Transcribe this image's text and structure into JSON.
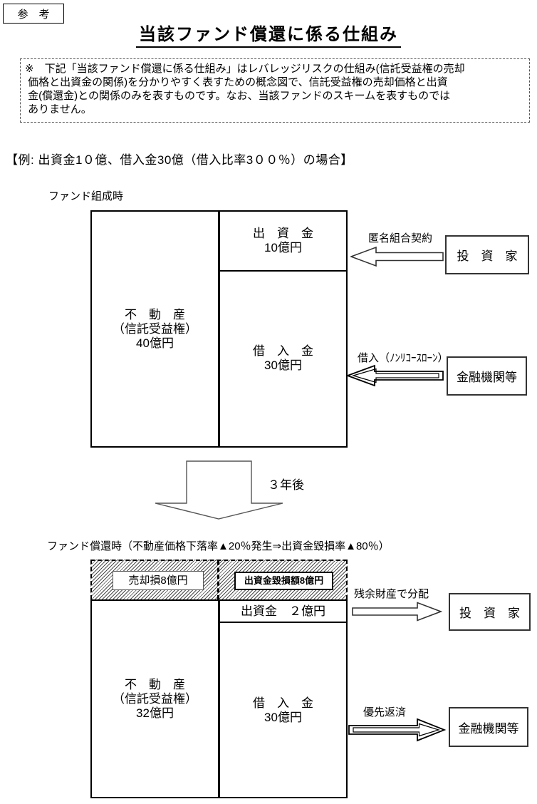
{
  "page": {
    "ref_label": "参　考",
    "title": "当該ファンド償還に係る仕組み",
    "note": "※　下記「当該ファンド償還に係る仕組み」はレバレッジリスクの仕組み(信託受益権の売却\n 価格と出資金の関係)を分かりやすく表すための概念図で、信託受益権の売却価格と出資\n 金(償還金)との関係のみを表すものです。なお、当該ファンドのスキームを表すものでは\n ありません。",
    "example": "【例: 出資金1０億、借入金30億（借入比率3００％）の場合】"
  },
  "formation": {
    "label": "ファンド組成時",
    "real_estate": "不　動　産\n（信託受益権）\n40億円",
    "equity": "出　資　金\n10億円",
    "loan": "借　入　金\n30億円",
    "equity_arrow_label": "匿名組合契約",
    "loan_arrow_label": "借入（ﾉﾝﾘｺｰｽﾛｰﾝ）",
    "investor": "投　資　家",
    "bank": "金融機関等"
  },
  "transition": {
    "label": "３年後"
  },
  "redemption": {
    "label": "ファンド償還時（不動産価格下落率▲20％発生⇒出資金毀損率▲80％）",
    "sale_loss": "売却損8億円",
    "equity_loss": "出資金毀損額8億円",
    "equity": "出資金　２億円",
    "real_estate": "不　動　産\n（信託受益権）\n32億円",
    "loan": "借　入　金\n30億円",
    "investor_arrow_label": "残余財産で分配",
    "bank_arrow_label": "優先返済",
    "investor": "投　資　家",
    "bank": "金融機関等"
  }
}
